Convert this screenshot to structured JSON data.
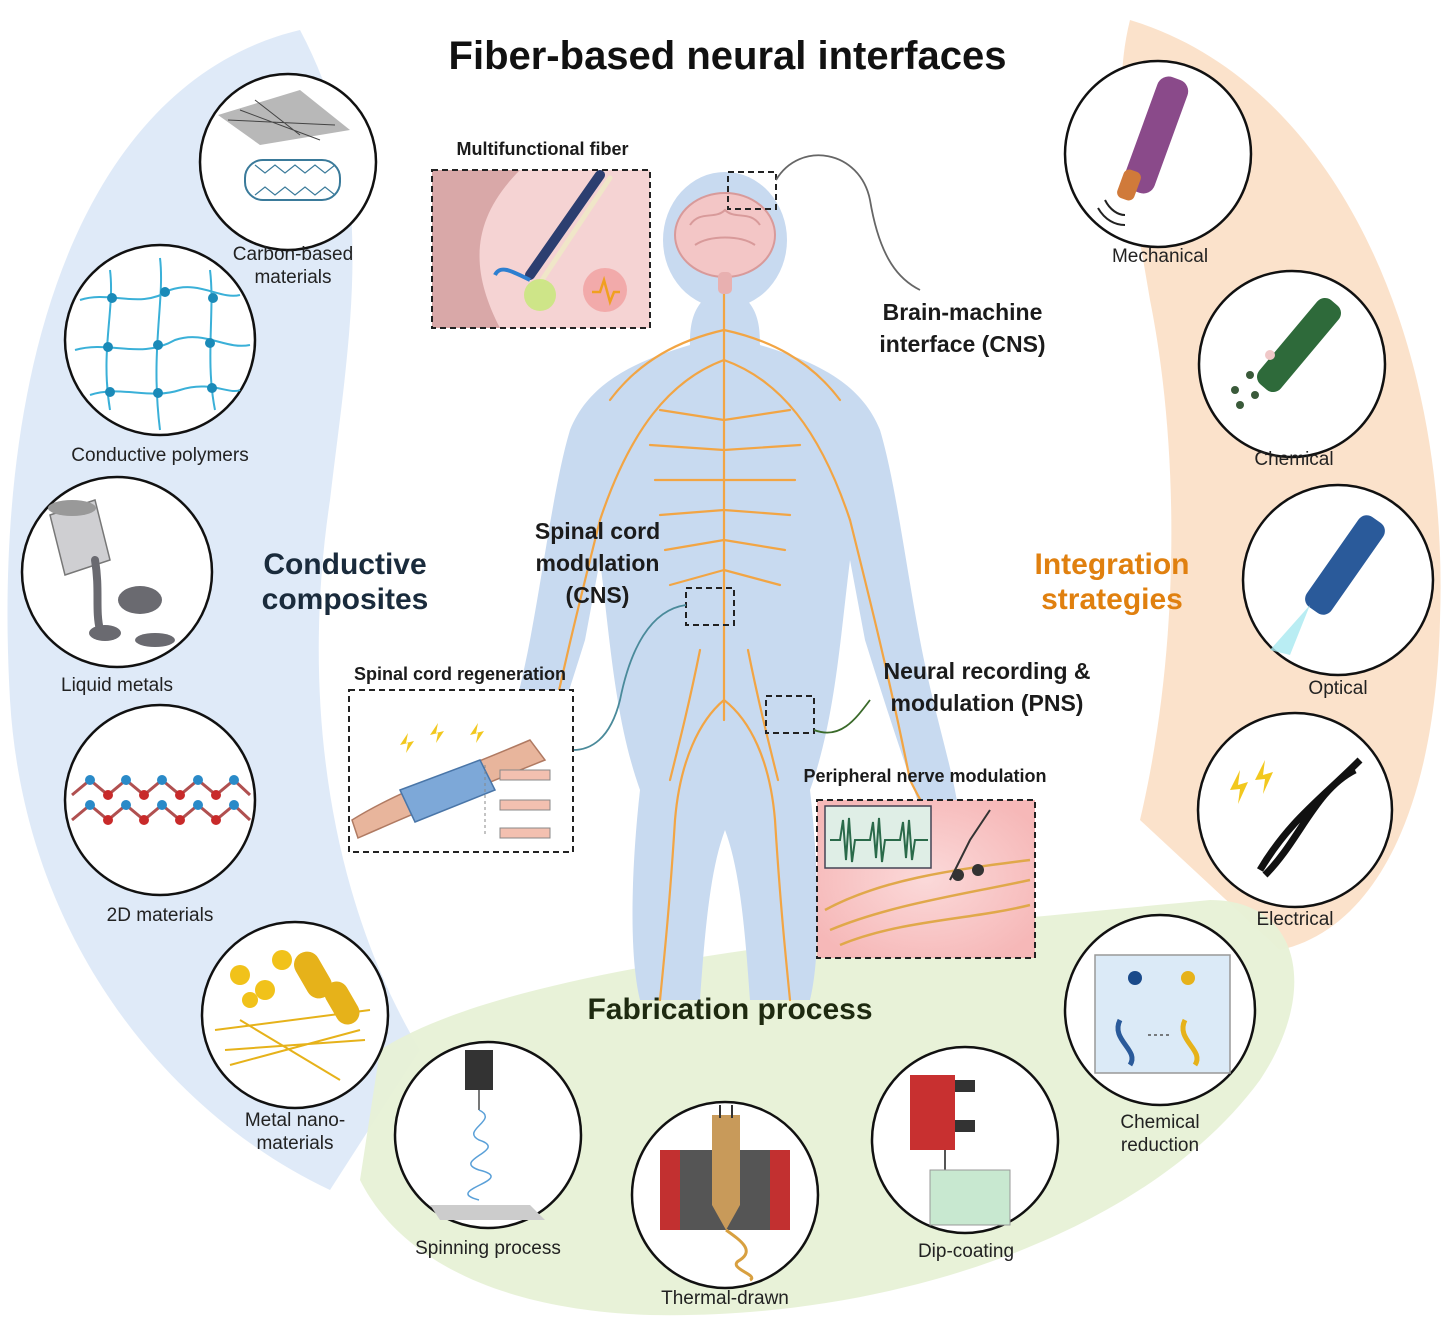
{
  "title": "Fiber-based neural interfaces",
  "sections": {
    "conductive": {
      "heading": "Conductive composites",
      "color": "#1a2b3c",
      "items": [
        "Carbon-based materials",
        "Conductive polymers",
        "Liquid metals",
        "2D materials",
        "Metal nano-materials"
      ]
    },
    "integration": {
      "heading": "Integration strategies",
      "color": "#e0800f",
      "items": [
        "Mechanical",
        "Chemical",
        "Optical",
        "Electrical"
      ]
    },
    "fabrication": {
      "heading": "Fabrication process",
      "color": "#1e2a10",
      "items": [
        "Spinning process",
        "Thermal-drawn",
        "Dip-coating",
        "Chemical reduction"
      ]
    }
  },
  "applications": {
    "bmi": "Brain-machine interface (CNS)",
    "spinal_mod": "Spinal cord modulation (CNS)",
    "neural_rec": "Neural recording & modulation (PNS)"
  },
  "insets": {
    "multifunctional": "Multifunctional fiber",
    "spinal_regen": "Spinal cord regeneration",
    "peripheral": "Peripheral nerve modulation"
  },
  "icons": [
    "graphene-cnt-icon",
    "polymer-network-icon",
    "liquid-metal-icon",
    "2d-lattice-icon",
    "nanoparticle-icon",
    "mechanical-fiber-icon",
    "chemical-fiber-icon",
    "optical-fiber-icon",
    "electrical-fiber-icon",
    "spinning-icon",
    "thermal-draw-icon",
    "dip-coating-icon",
    "chemical-reduction-icon",
    "human-body-icon",
    "brain-icon"
  ]
}
